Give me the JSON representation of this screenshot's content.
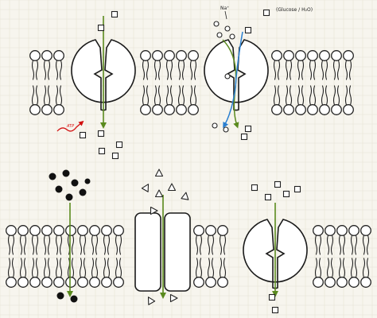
{
  "labels": {
    "ion_label": "Na⁺",
    "glucose_label": "(Glucose / H₂O)",
    "atp_label": "ATP"
  },
  "colors": {
    "background": "#f7f5ee",
    "arrow_green": "#5a8a1e",
    "arrow_blue": "#2a7fd0",
    "atp_red": "#d11111"
  },
  "panels": [
    {
      "id": "top",
      "transport": "pump with energy input"
    },
    {
      "id": "top-right",
      "transport": "symport carrier"
    },
    {
      "id": "bottom-left",
      "transport": "simple diffusion"
    },
    {
      "id": "bottom-middle",
      "transport": "channel protein"
    },
    {
      "id": "bottom-right",
      "transport": "carrier protein"
    }
  ],
  "icons": {
    "square": "square-molecule-icon",
    "circle": "small-circle-molecule-icon",
    "dot": "black-dot-molecule-icon",
    "triangle": "triangle-molecule-icon"
  }
}
